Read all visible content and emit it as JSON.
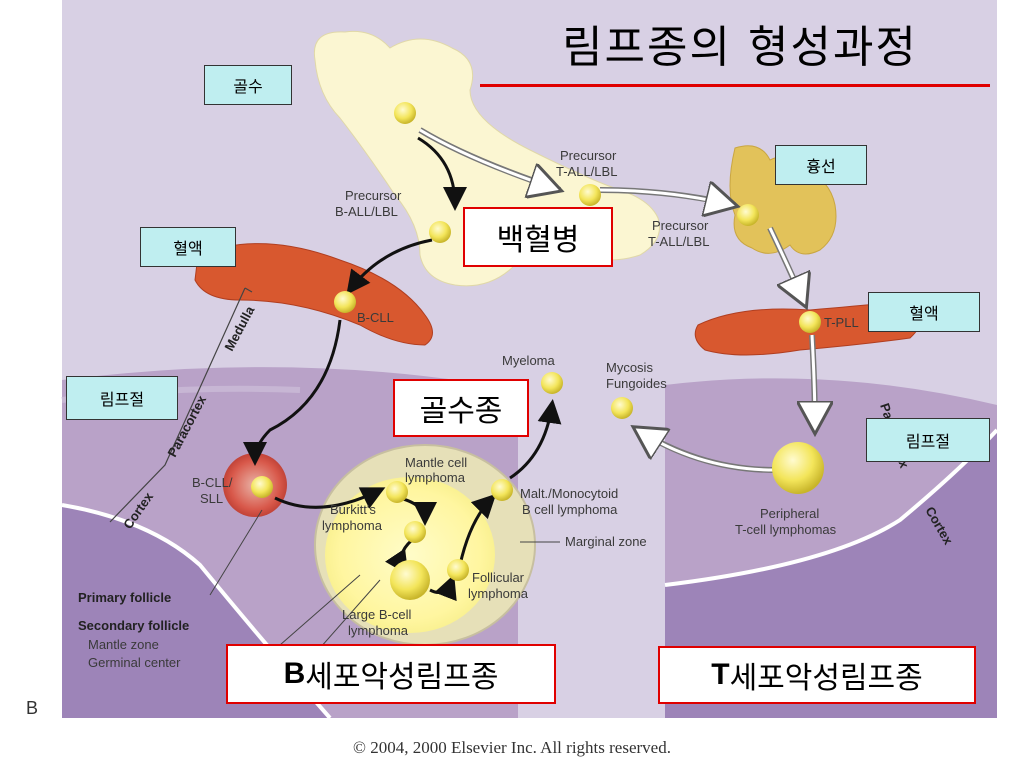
{
  "title": "림프종의 형성과정",
  "panel_letter": "B",
  "copyright": "© 2004, 2000 Elsevier Inc. All rights reserved.",
  "korean_labels": {
    "bone_marrow": "골수",
    "thymus": "흉선",
    "blood_left": "혈액",
    "blood_right": "혈액",
    "lymph_node_left": "림프절",
    "lymph_node_right": "림프절"
  },
  "red_boxes": {
    "leukemia": "백혈병",
    "myeloma_kr": "골수종",
    "b_cell_prefix": "B",
    "b_cell_rest": "세포악성림프종",
    "t_cell_prefix": "T",
    "t_cell_rest": "세포악성림프종"
  },
  "diagram_labels": {
    "precursor_b_1": "Precursor",
    "precursor_b_2": "B-ALL/LBL",
    "precursor_t_top_1": "Precursor",
    "precursor_t_top_2": "T-ALL/LBL",
    "precursor_t_thy_1": "Precursor",
    "precursor_t_thy_2": "T-ALL/LBL",
    "b_cll": "B-CLL",
    "t_pll": "T-PLL",
    "medulla": "Medulla",
    "paracortex_left": "Paracortex",
    "cortex_left": "Cortex",
    "paracortex_right": "Paracortex",
    "cortex_right": "Cortex",
    "myeloma": "Myeloma",
    "mycosis_1": "Mycosis",
    "mycosis_2": "Fungoides",
    "b_cll_sll_1": "B-CLL/",
    "b_cll_sll_2": "SLL",
    "mantle_1": "Mantle cell",
    "mantle_2": "lymphoma",
    "burkitt_1": "Burkitt's",
    "burkitt_2": "lymphoma",
    "malt_1": "Malt./Monocytoid",
    "malt_2": "B cell lymphoma",
    "marginal_zone": "Marginal zone",
    "follicular_1": "Follicular",
    "follicular_2": "lymphoma",
    "large_b_1": "Large B-cell",
    "large_b_2": "lymphoma",
    "peripheral_1": "Peripheral",
    "peripheral_2": "T-cell lymphomas",
    "primary_follicle": "Primary follicle",
    "secondary_follicle": "Secondary follicle",
    "mantle_zone": "Mantle zone",
    "germinal_center": "Germinal center"
  },
  "colors": {
    "background_panel": "#d8d0e4",
    "bone": "#fbf6d2",
    "blood_vessel": "#d8582f",
    "lymph_paracortex": "#b9a2c8",
    "lymph_cortex": "#9d84b8",
    "cell_yellow": "#f3e55a",
    "accent_red": "#e00000",
    "label_cyan": "#bfeef0"
  }
}
